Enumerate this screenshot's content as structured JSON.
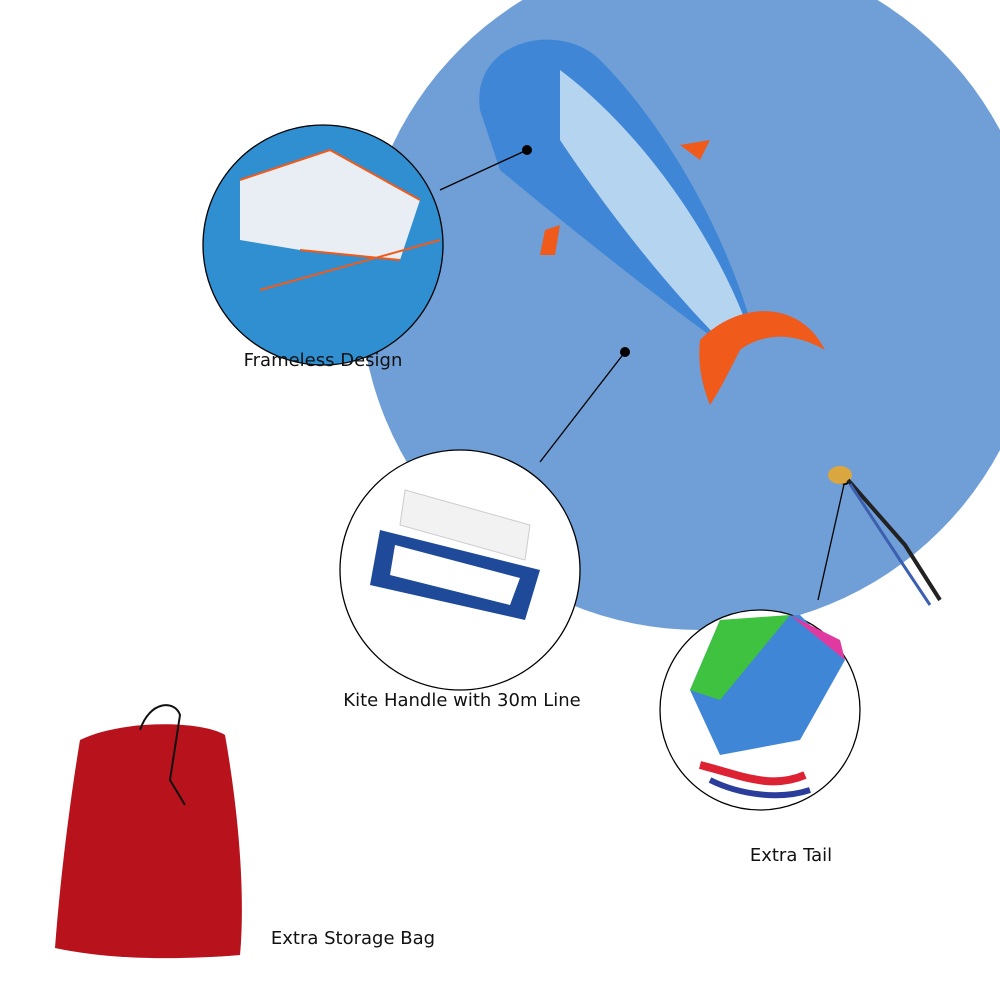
{
  "colors": {
    "sky": "#6f9fd6",
    "whale_blue": "#3f86d6",
    "whale_light": "#c9e2f5",
    "fin_orange": "#f05a1a",
    "handle_navy": "#1f4a9a",
    "bag_red": "#b8121c"
  },
  "features": [
    {
      "label": "Frameless Design",
      "icon": "frameless-fabric-closeup"
    },
    {
      "label": "Kite Handle with 30m Line",
      "icon": "kite-handle"
    },
    {
      "label": "Extra Tail",
      "icon": "kite-tail"
    },
    {
      "label": "Extra Storage Bag",
      "icon": "storage-bag"
    }
  ]
}
